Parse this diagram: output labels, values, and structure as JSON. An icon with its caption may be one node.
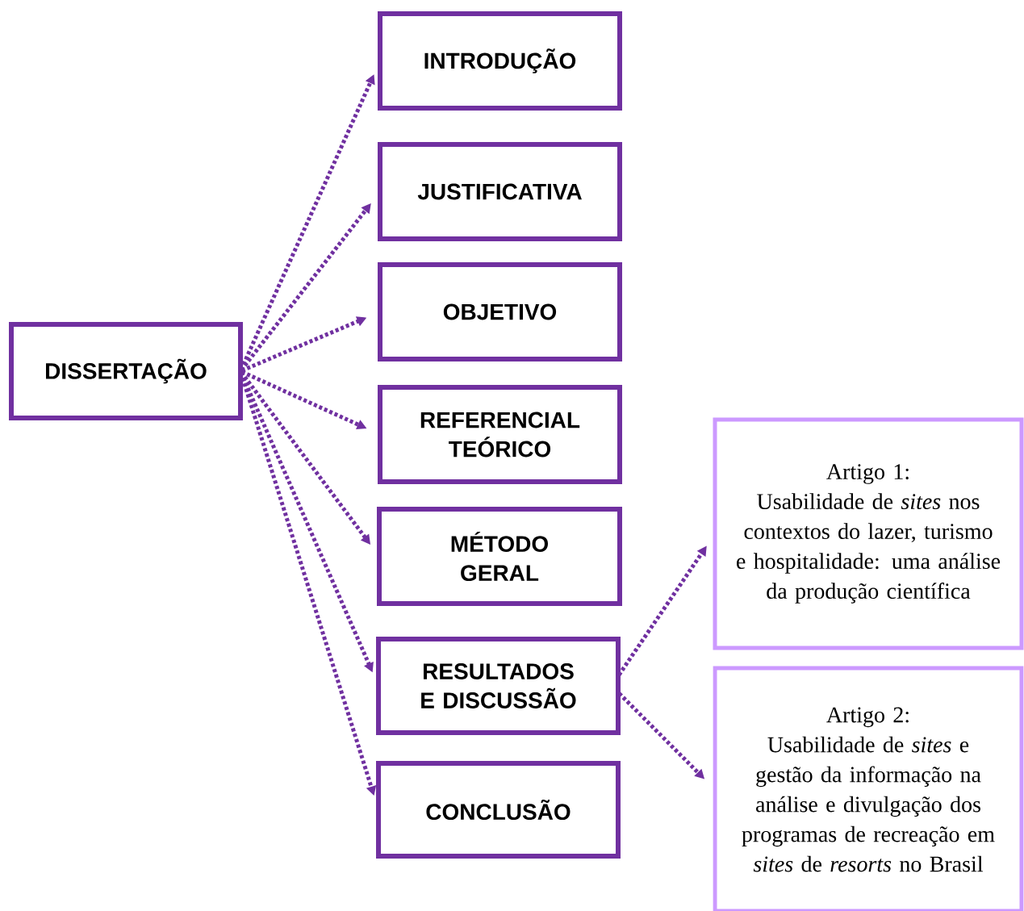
{
  "diagram": {
    "nodes": [
      {
        "text": [
          "DISSERTAÇÃO"
        ]
      },
      {
        "text": [
          "INTRODUÇÃO"
        ]
      },
      {
        "text": [
          "JUSTIFICATIVA"
        ]
      },
      {
        "text": [
          "OBJETIVO"
        ]
      },
      {
        "text": [
          "REFERENCIAL TEÓRICO"
        ]
      },
      {
        "text": [
          "MÉTODO GERAL"
        ]
      },
      {
        "text": [
          "RESULTADOS E DISCUSSÃO"
        ]
      },
      {
        "text": [
          "CONCLUSÃO"
        ]
      },
      {
        "text": [
          "Artigo 1:",
          "Usabilidade de *sites* nos contextos do lazer, turismo e hospitalidade: uma análise da produção científica"
        ]
      },
      {
        "text": [
          "Artigo 2:",
          "Usabilidade de *sites* e gestão da informação na análise e divulgação dos programas de recreação em *sites* de *resorts* no Brasil"
        ]
      }
    ],
    "edges": [
      {
        "from": 0,
        "to": 1,
        "arrow": "to"
      },
      {
        "from": 0,
        "to": 2,
        "arrow": "to"
      },
      {
        "from": 0,
        "to": 3,
        "arrow": "to"
      },
      {
        "from": 0,
        "to": 4,
        "arrow": "to"
      },
      {
        "from": 0,
        "to": 5,
        "arrow": "to"
      },
      {
        "from": 0,
        "to": 6,
        "arrow": "to"
      },
      {
        "from": 0,
        "to": 7,
        "arrow": "to"
      },
      {
        "from": 6,
        "to": 8,
        "arrow": "to"
      },
      {
        "from": 6,
        "to": 9,
        "arrow": "to"
      }
    ]
  }
}
